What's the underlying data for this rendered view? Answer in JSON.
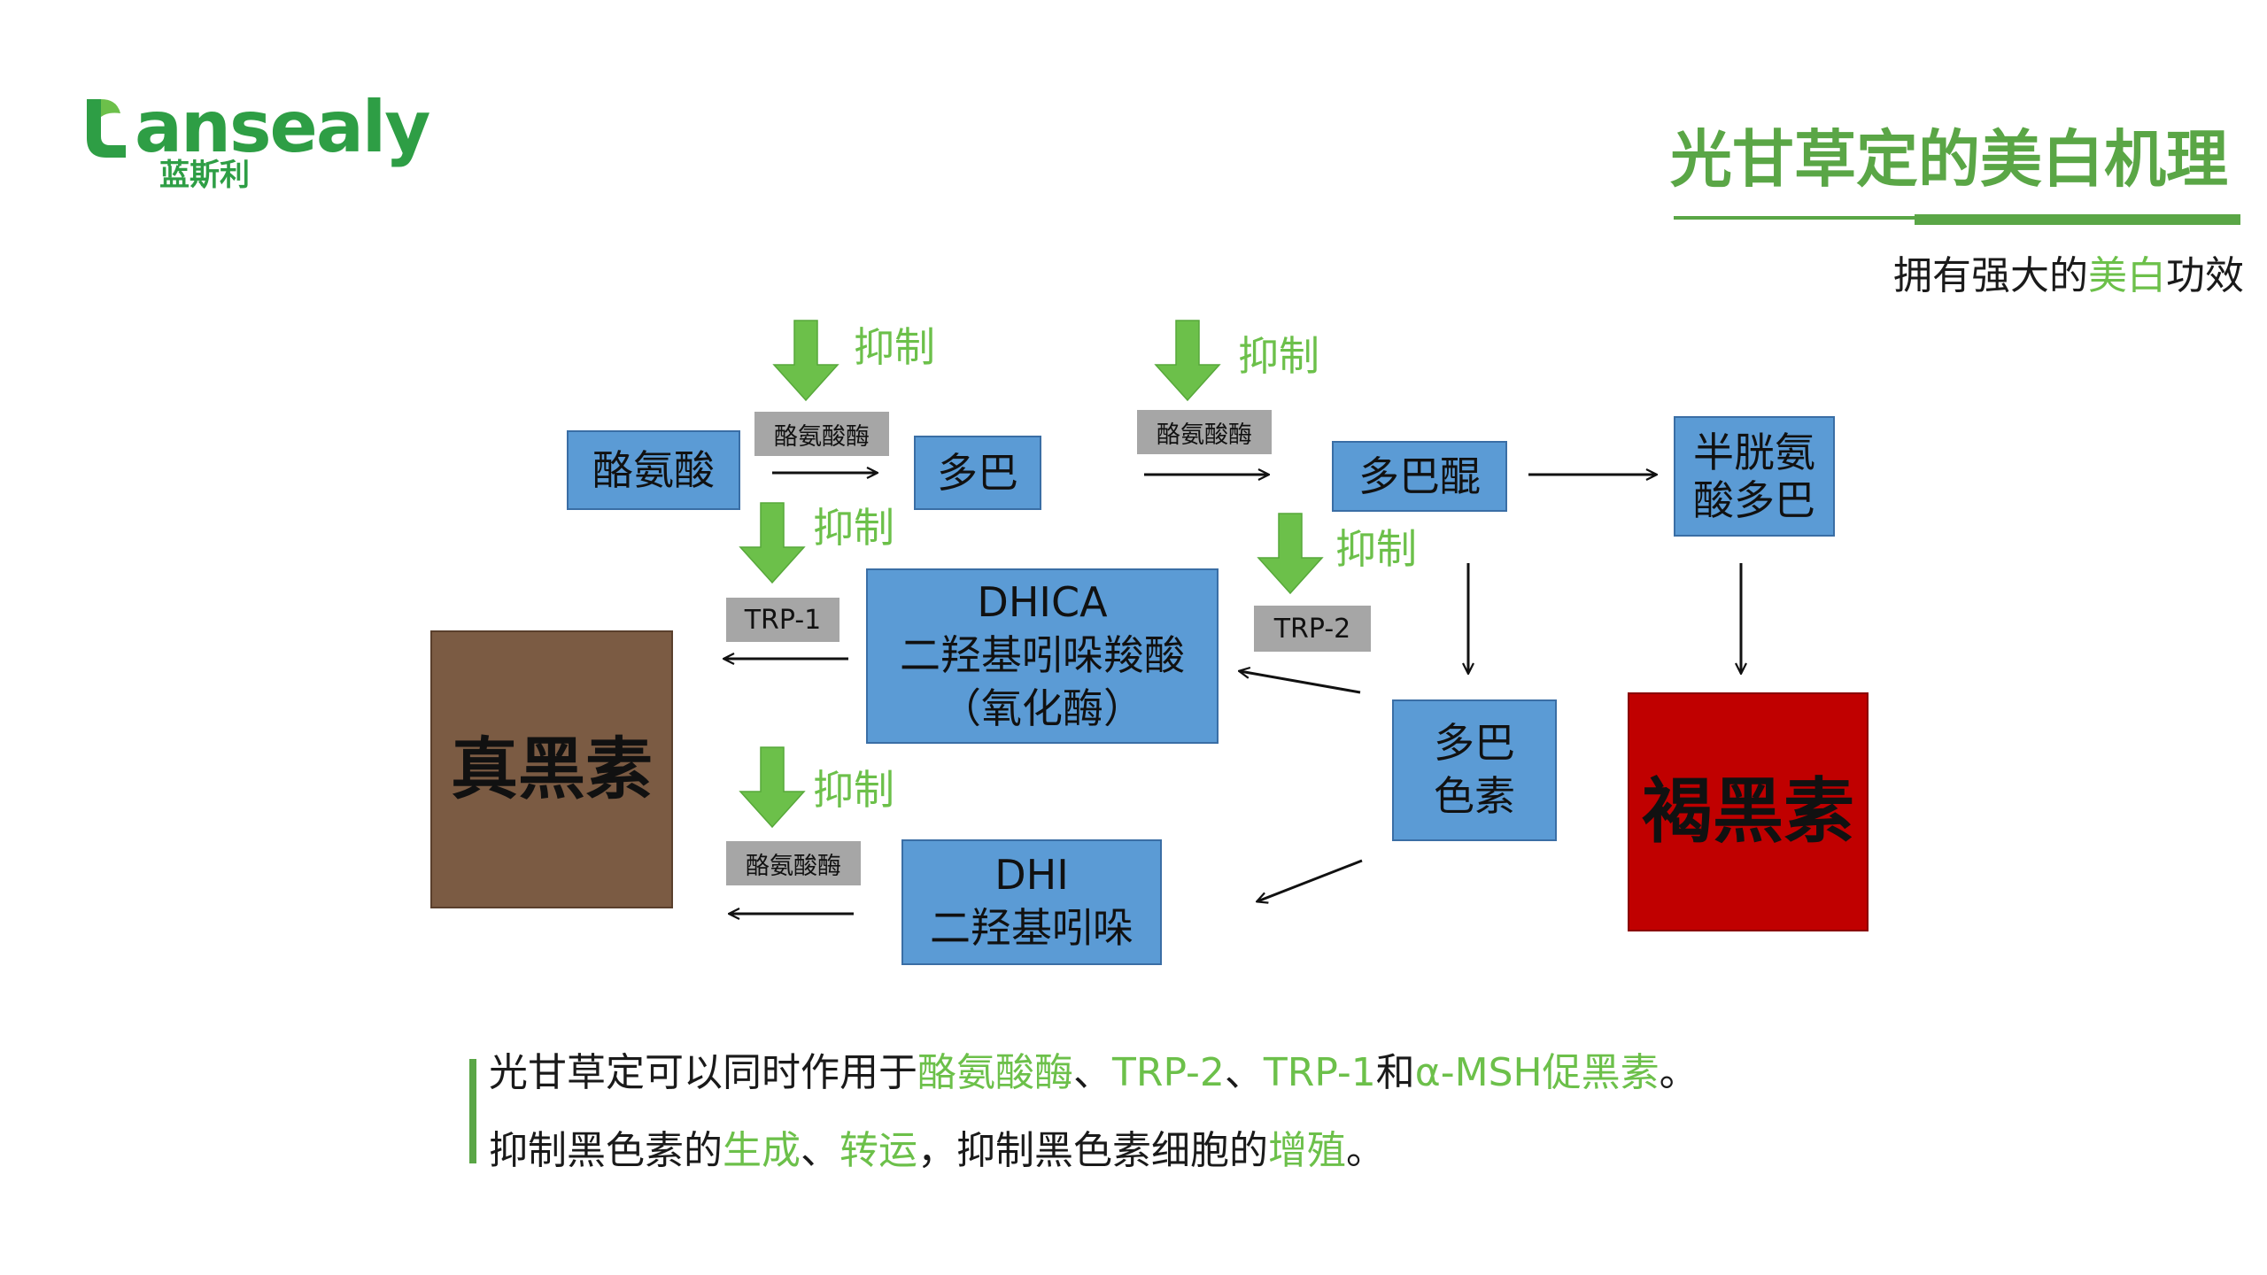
{
  "logo": {
    "wordmark": "lansealy",
    "wordmark_rest": "ansealy",
    "chinese": "蓝斯利",
    "brand_color": "#2e9e45"
  },
  "title": {
    "text": "光甘草定的美白机理",
    "color": "#5aa646"
  },
  "subtitle": {
    "part1": "拥有强大的",
    "highlight": "美白",
    "part2": "功效"
  },
  "diagram": {
    "inhibit_label": "抑制",
    "nodes": {
      "tyrosine": "酪氨酸",
      "dopa": "多巴",
      "dopaquinone": "多巴醌",
      "cysteinyldopa": [
        "半胱氨",
        "酸多巴"
      ],
      "dhica": [
        "DHICA",
        "二羟基吲哚羧酸",
        "（氧化酶）"
      ],
      "dopachrome": [
        "多巴",
        "色素"
      ],
      "dhi": [
        "DHI",
        "二羟基吲哚"
      ],
      "eumelanin": "真黑素",
      "pheomelanin": "褐黑素"
    },
    "enzymes": {
      "tyrosinase_1": "酪氨酸酶",
      "tyrosinase_2": "酪氨酸酶",
      "trp1": "TRP-1",
      "trp2": "TRP-2",
      "tyrosinase_3": "酪氨酸酶"
    },
    "colors": {
      "node_blue": "#5b9bd5",
      "eumelanin_brown": "#7b5b43",
      "pheomelanin_red": "#c00000",
      "enzyme_gray": "#a6a6a6",
      "inhibit_green": "#6cc04a"
    }
  },
  "bottom": {
    "line1": [
      {
        "t": "光甘草定可以同时作用于",
        "hl": false
      },
      {
        "t": "酪氨酸酶",
        "hl": true
      },
      {
        "t": "、",
        "hl": false
      },
      {
        "t": "TRP-2",
        "hl": true
      },
      {
        "t": "、",
        "hl": false
      },
      {
        "t": "TRP-1",
        "hl": true
      },
      {
        "t": "和",
        "hl": false
      },
      {
        "t": "α-MSH促黑素",
        "hl": true
      },
      {
        "t": "。",
        "hl": false
      }
    ],
    "line2": [
      {
        "t": "抑制黑色素的",
        "hl": false
      },
      {
        "t": "生成",
        "hl": true
      },
      {
        "t": "、",
        "hl": false
      },
      {
        "t": "转运",
        "hl": true
      },
      {
        "t": "，抑制黑色素细胞的",
        "hl": false
      },
      {
        "t": "增殖",
        "hl": true
      },
      {
        "t": "。",
        "hl": false
      }
    ]
  }
}
